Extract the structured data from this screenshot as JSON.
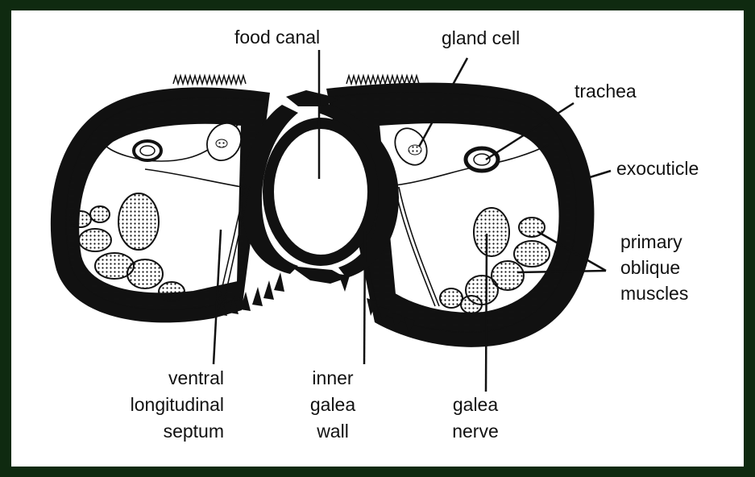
{
  "colors": {
    "frame": "#0f2a10",
    "background": "#ffffff",
    "ink": "#111111"
  },
  "labels": {
    "food_canal": "food canal",
    "gland_cell": "gland cell",
    "trachea": "trachea",
    "exocuticle": "exocuticle",
    "primary_oblique_muscles": [
      "primary",
      "oblique",
      "muscles"
    ],
    "ventral_longitudinal_septum": [
      "ventral",
      "longitudinal",
      "septum"
    ],
    "inner_galea_wall": [
      "inner",
      "galea",
      "wall"
    ],
    "galea_nerve": [
      "galea",
      "nerve"
    ]
  }
}
